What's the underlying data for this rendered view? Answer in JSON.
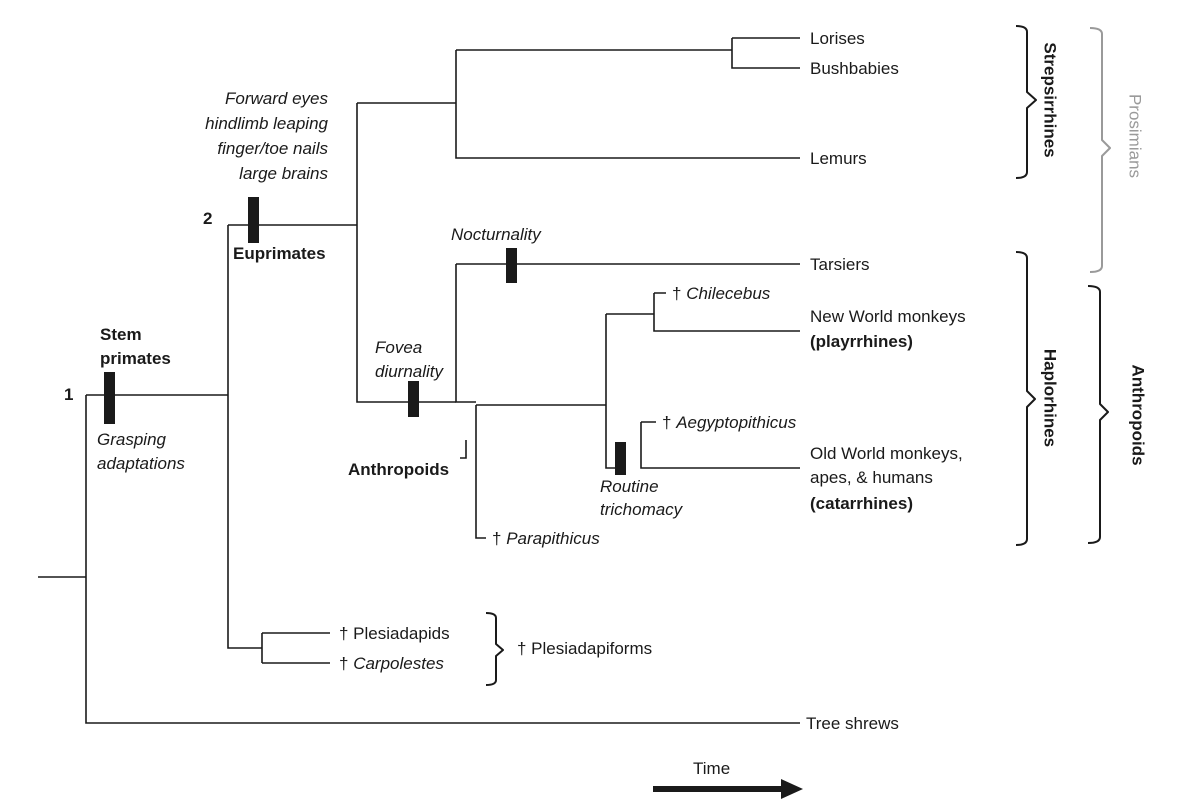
{
  "node_numbers": {
    "n1": "1",
    "n2": "2"
  },
  "clade_labels": {
    "stem_primates_line1": "Stem",
    "stem_primates_line2": "primates",
    "euprimates": "Euprimates",
    "anthropoids_node": "Anthropoids"
  },
  "traits": {
    "grasping_line1": "Grasping",
    "grasping_line2": "adaptations",
    "euprimate_traits": [
      "Forward eyes",
      "hindlimb leaping",
      "finger/toe nails",
      "large brains"
    ],
    "nocturnality": "Nocturnality",
    "fovea_line1": "Fovea",
    "fovea_line2": "diurnality",
    "trichomacy_line1": "Routine",
    "trichomacy_line2": "trichomacy"
  },
  "taxa": {
    "lorises": "Lorises",
    "bushbabies": "Bushbabies",
    "lemurs": "Lemurs",
    "tarsiers": "Tarsiers",
    "chilecebus_dagger": "† ",
    "chilecebus": "Chilecebus",
    "new_world_line1": "New World monkeys",
    "new_world_line2": "(playrrhines)",
    "aegyptopithicus_dagger": "† ",
    "aegyptopithicus": "Aegyptopithicus",
    "old_world_line1": "Old World monkeys,",
    "old_world_line2": "apes, & humans",
    "old_world_line3": "(catarrhines)",
    "parapithicus_dagger": "† ",
    "parapithicus": "Parapithicus",
    "plesiadapids": "† Plesiadapids",
    "carpolestes_dagger": "† ",
    "carpolestes": "Carpolestes",
    "plesiadapiforms": "† Plesiadapiforms",
    "tree_shrews": "Tree shrews"
  },
  "groups": {
    "strepsirrhines": "Strepsirrhines",
    "prosimians": "Prosimians",
    "haplorhines": "Haplorhines",
    "anthropoids": "Anthropoids"
  },
  "time_axis": {
    "label": "Time"
  },
  "colors": {
    "ink": "#1a1a1a",
    "prosimian_grey": "#9a9a9a"
  }
}
